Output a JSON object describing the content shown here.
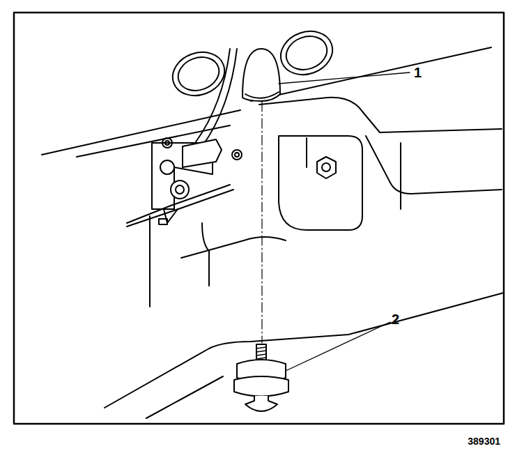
{
  "diagram": {
    "labels": [
      "1",
      "2",
      "389301"
    ]
  }
}
